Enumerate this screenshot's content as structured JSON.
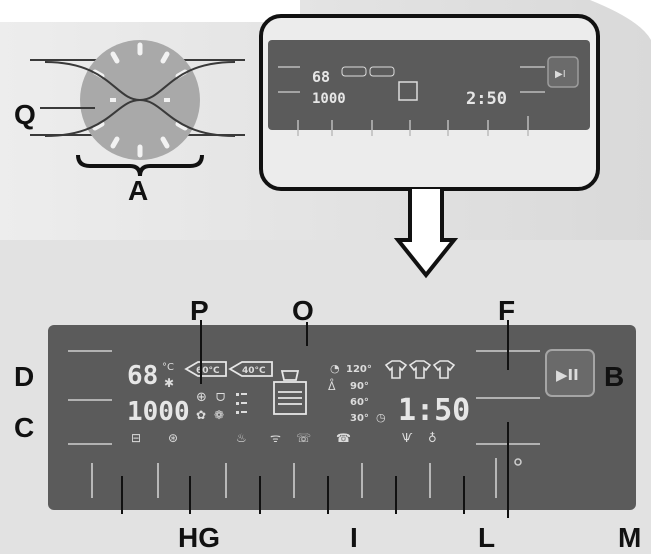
{
  "labels": {
    "A": "A",
    "B": "B",
    "C": "C",
    "D": "D",
    "F": "F",
    "HG": "HG",
    "I": "I",
    "L": "L",
    "M": "M",
    "O": "O",
    "P": "P",
    "Q": "Q"
  },
  "display": {
    "temp_value": "68",
    "speed_value": "1000",
    "time_value": "2:50",
    "time_value_large": "1:50",
    "pill_left": "60°C",
    "pill_right": "40°C",
    "temp_options": [
      "120°",
      "90°",
      "60°",
      "30°"
    ],
    "degree_unit": "°C",
    "play_pause_glyph": "▶II"
  },
  "colors": {
    "background": "#e3e3e3",
    "panel": "#5b5b5b",
    "panel_text": "#e6e6e6",
    "outline": "#111111"
  }
}
